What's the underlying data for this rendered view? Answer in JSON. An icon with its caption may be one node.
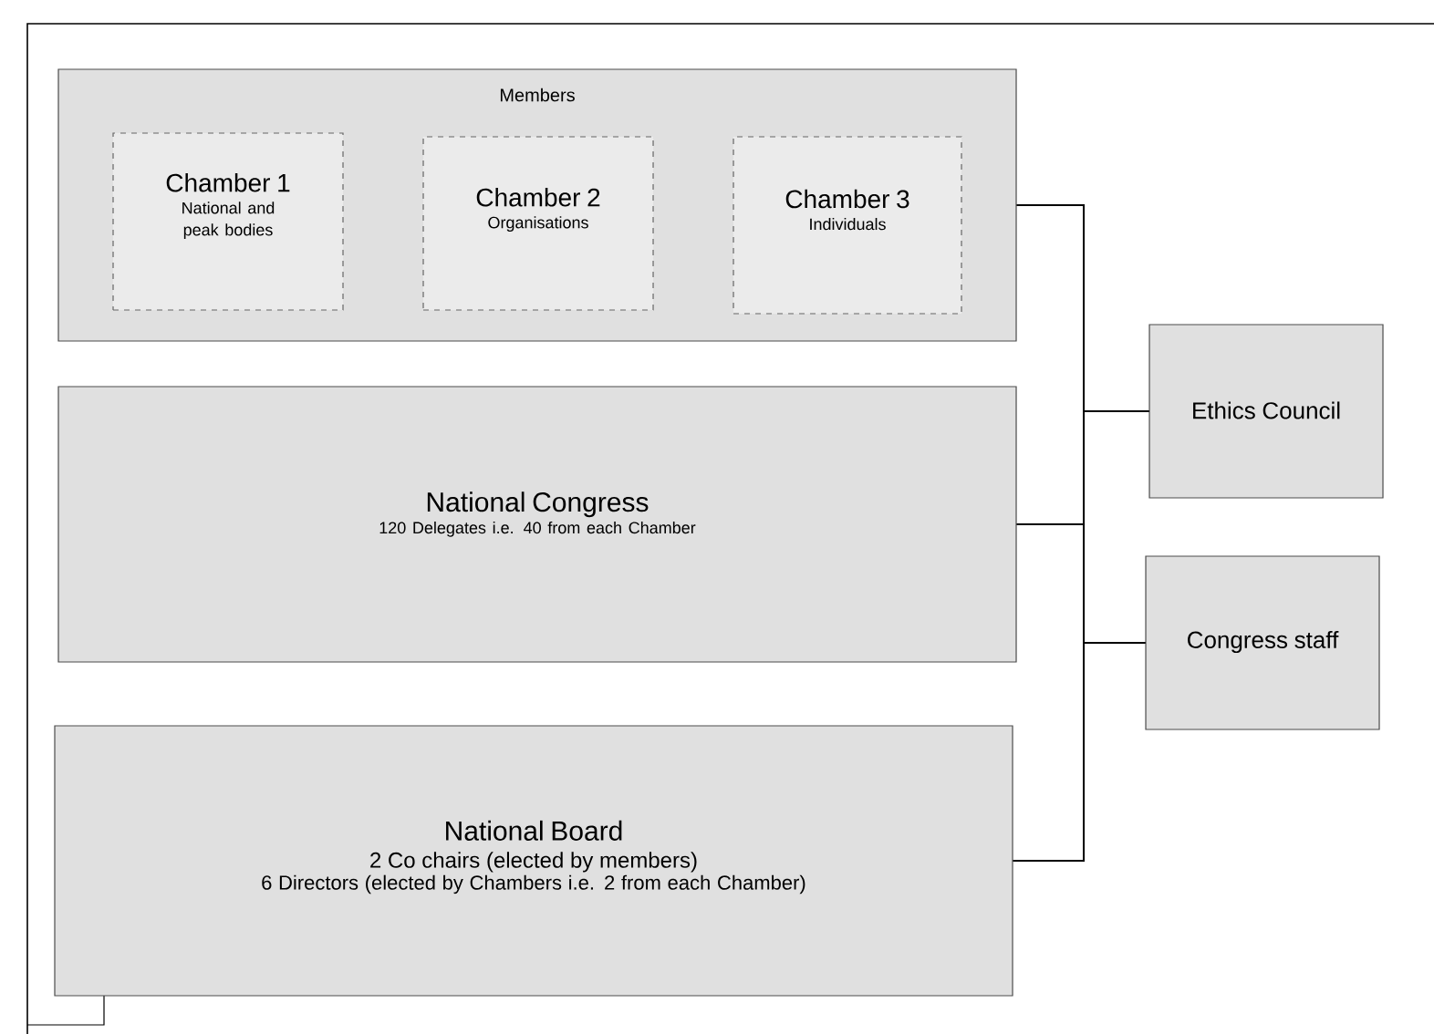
{
  "diagram": {
    "nodes": [
      {
        "text": [
          "Members"
        ]
      },
      {
        "text": [
          "Chamber 1",
          "National and peak bodies"
        ],
        "in": 0
      },
      {
        "text": [
          "Chamber 2",
          "Organisations"
        ],
        "in": 0
      },
      {
        "text": [
          "Chamber 3",
          "Individuals"
        ],
        "in": 0
      },
      {
        "text": [
          "National Congress",
          "120 Delegates i.e. 40 from each Chamber"
        ]
      },
      {
        "text": [
          "National Board",
          "2 Co chairs (elected by members)",
          "6 Directors (elected by Chambers i.e. 2 from each Chamber)"
        ]
      },
      {
        "text": [
          "Ethics Council"
        ]
      },
      {
        "text": [
          "Congress staff"
        ]
      }
    ],
    "edges": [
      {
        "from": 0,
        "to": 6,
        "arrow": "none"
      },
      {
        "from": 0,
        "to": 7,
        "arrow": "none"
      },
      {
        "from": 4,
        "to": 6,
        "arrow": "none"
      },
      {
        "from": 4,
        "to": 7,
        "arrow": "none"
      },
      {
        "from": 5,
        "to": 6,
        "arrow": "none"
      },
      {
        "from": 5,
        "to": 7,
        "arrow": "none"
      }
    ]
  }
}
